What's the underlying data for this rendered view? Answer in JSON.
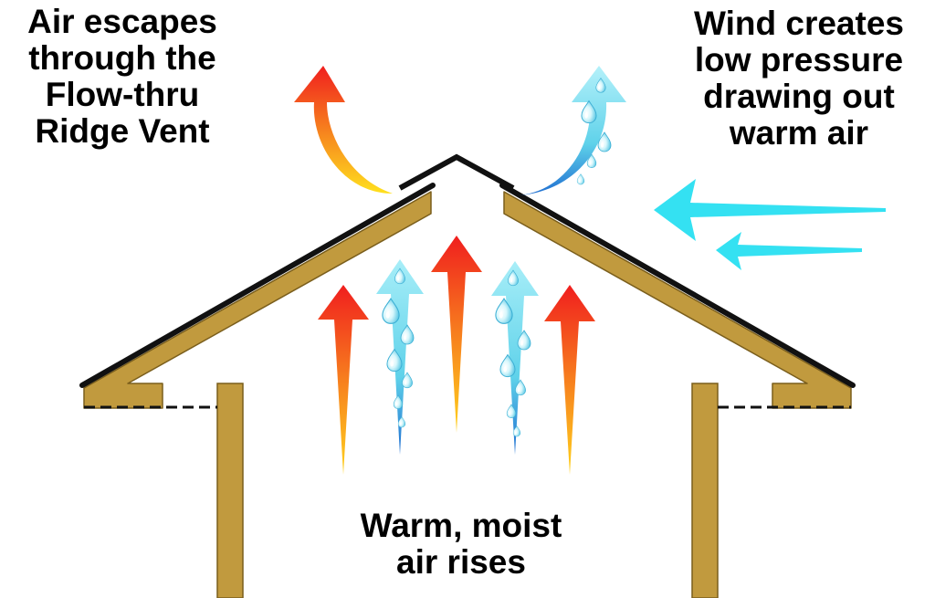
{
  "captions": {
    "ridge_vent": [
      "Air escapes",
      "through the",
      "Flow-thru",
      "Ridge Vent"
    ],
    "wind": [
      "Wind creates",
      "low pressure",
      "drawing out",
      "warm air"
    ],
    "rising_air": [
      "Warm, moist",
      "air rises"
    ]
  },
  "colors": {
    "wood": "#c19a3e",
    "wood_edge": "#7a5e1c",
    "roof_line": "#111111",
    "warm_top": "#f01e1e",
    "warm_mid": "#f77f1e",
    "warm_bottom": "#ffd21e",
    "moist_light": "#c6f4fb",
    "moist_mid": "#5fd6ea",
    "moist_dark": "#1f6ed1",
    "wind": "#34e1f2"
  },
  "icons": {
    "warm_air": "red-yellow-gradient-arrow",
    "moist_air": "water-droplet-arrow",
    "wind": "cyan-wind-arrow"
  }
}
